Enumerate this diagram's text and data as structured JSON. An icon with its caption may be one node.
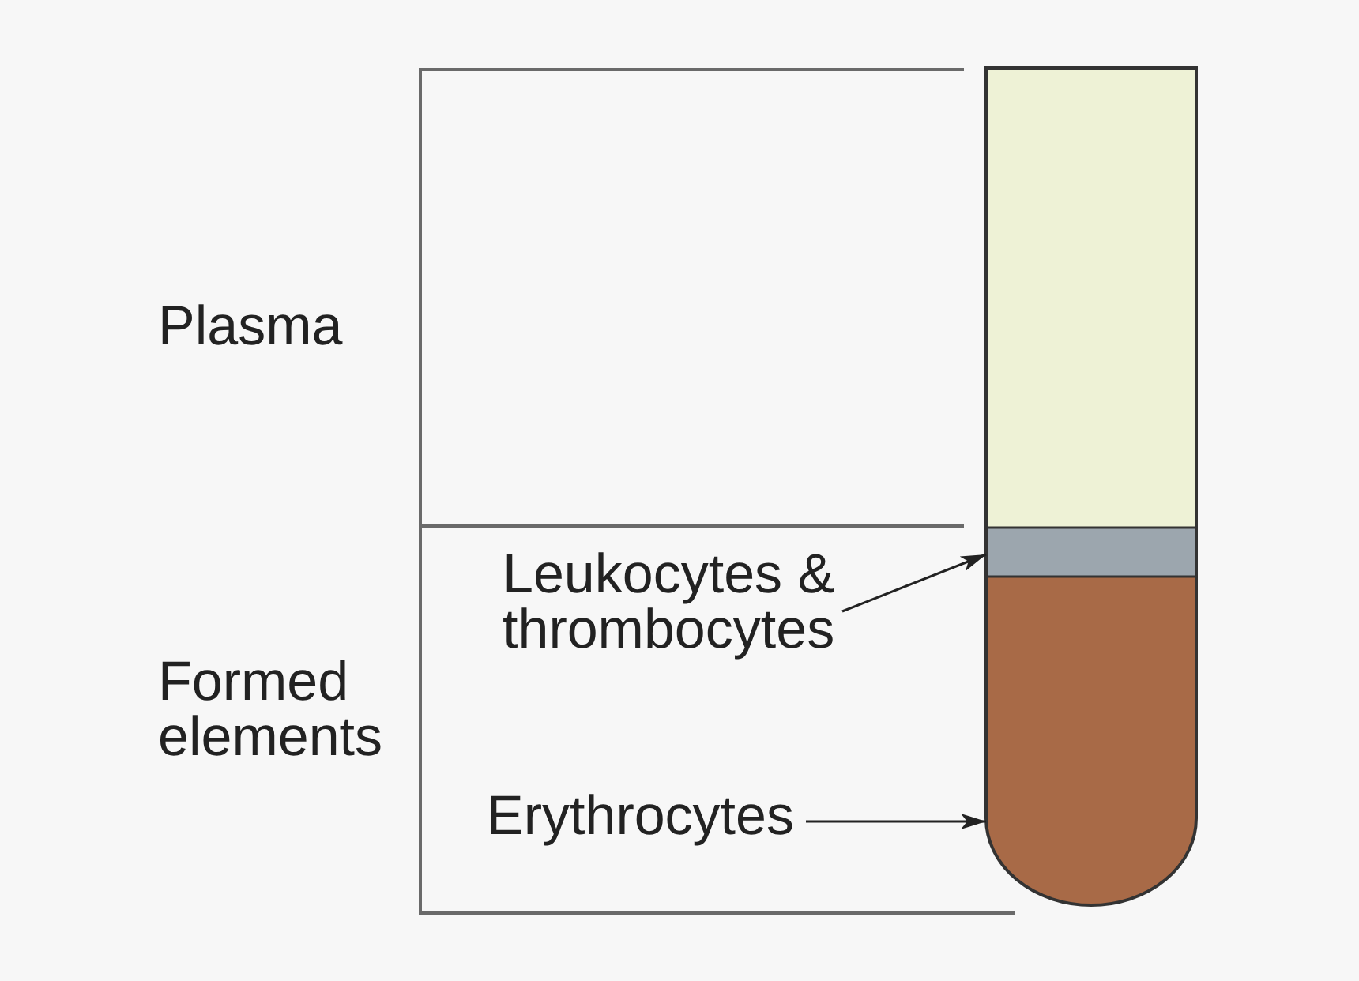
{
  "diagram": {
    "nodes": [
      {
        "text": [],
        "shape": "bar"
      },
      {
        "text": [
          "Leukocytes & thrombocytes"
        ]
      },
      {
        "text": [],
        "shape": "bar"
      },
      {
        "text": [
          "Erythrocytes"
        ]
      },
      {
        "text": [],
        "shape": "box"
      }
    ],
    "edges": [
      {
        "from": 1,
        "to": 2,
        "arrow": "to"
      },
      {
        "from": 3,
        "to": 4,
        "arrow": "to"
      }
    ],
    "labels": [
      "Plasma",
      "Formed elements"
    ]
  }
}
